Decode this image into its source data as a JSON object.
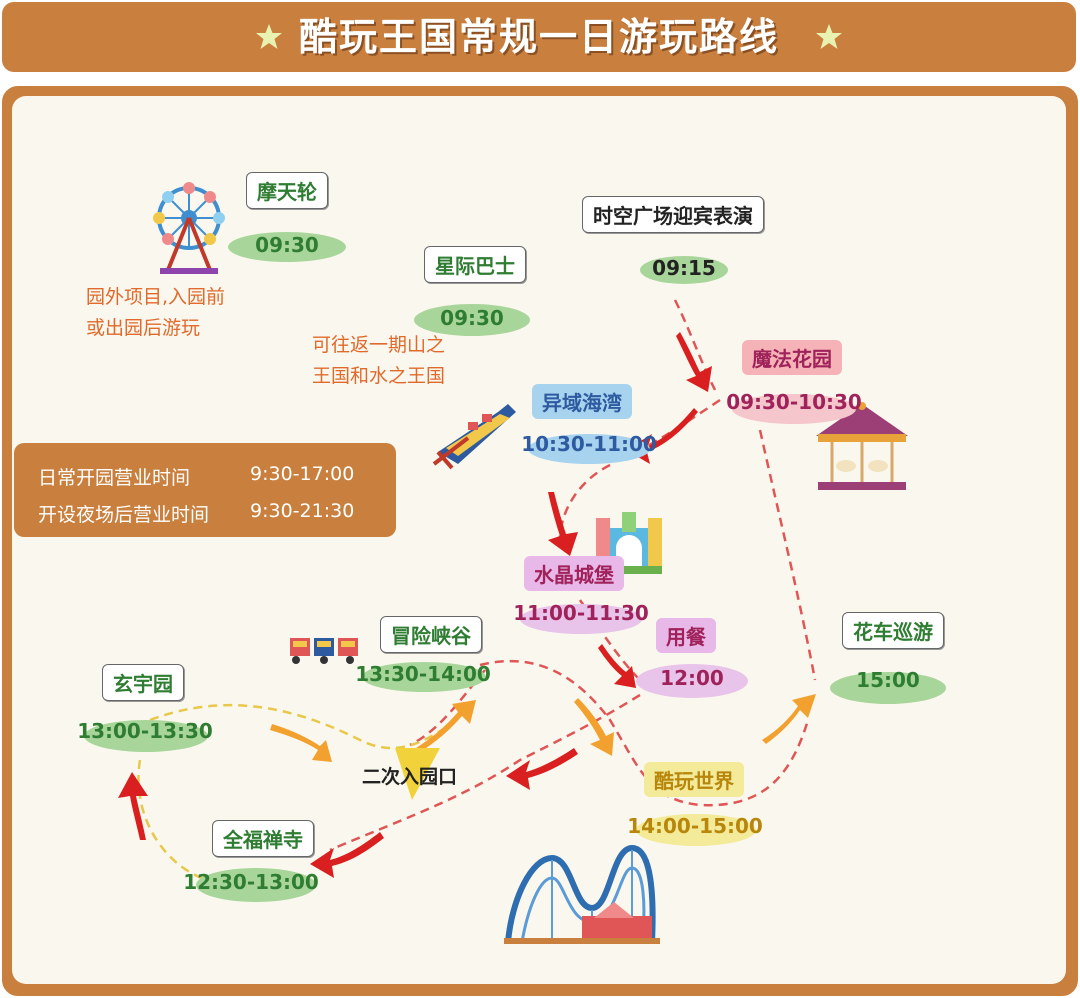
{
  "title": "酷玩王国常规一日游玩路线",
  "hours": {
    "daily_label": "日常开园营业时间",
    "daily_value": "9:30-17:00",
    "night_label": "开设夜场后营业时间",
    "night_value": "9:30-21:30"
  },
  "notes": {
    "ferris_line1": "园外项目,入园前",
    "ferris_line2": "或出园后游玩",
    "bus_line1": "可往返一期山之",
    "bus_line2": "王国和水之王国"
  },
  "entrance": "二次入园口",
  "stops": {
    "ferris": {
      "name": "摩天轮",
      "time": "09:30"
    },
    "show": {
      "name": "时空广场迎宾表演",
      "time": "09:15"
    },
    "bus": {
      "name": "星际巴士",
      "time": "09:30"
    },
    "garden": {
      "name": "魔法花园",
      "time": "09:30-10:30"
    },
    "bay": {
      "name": "异域海湾",
      "time": "10:30-11:00"
    },
    "castle": {
      "name": "水晶城堡",
      "time": "11:00-11:30"
    },
    "meal": {
      "name": "用餐",
      "time": "12:00"
    },
    "parade": {
      "name": "花车巡游",
      "time": "15:00"
    },
    "canyon": {
      "name": "冒险峡谷",
      "time": "13:30-14:00"
    },
    "xuanyu": {
      "name": "玄宇园",
      "time": "13:00-13:30"
    },
    "world": {
      "name": "酷玩世界",
      "time": "14:00-15:00"
    },
    "temple": {
      "name": "全福禅寺",
      "time": "12:30-13:00"
    }
  },
  "colors": {
    "frame": "#c9803f",
    "background": "#faf8ee",
    "route_red": "#e05555",
    "route_yellow": "#e8c84a",
    "arrow_red": "#d91f1f",
    "arrow_orange": "#f2a12f",
    "green_text": "#2f7d32",
    "pink_text": "#a0225a",
    "blue_text": "#2e5aa0",
    "gold_text": "#b8860b"
  },
  "icons": [
    "star-icon",
    "ferris-wheel-icon",
    "boat-ride-icon",
    "carousel-icon",
    "bouncy-castle-icon",
    "train-icon",
    "roller-coaster-icon"
  ]
}
